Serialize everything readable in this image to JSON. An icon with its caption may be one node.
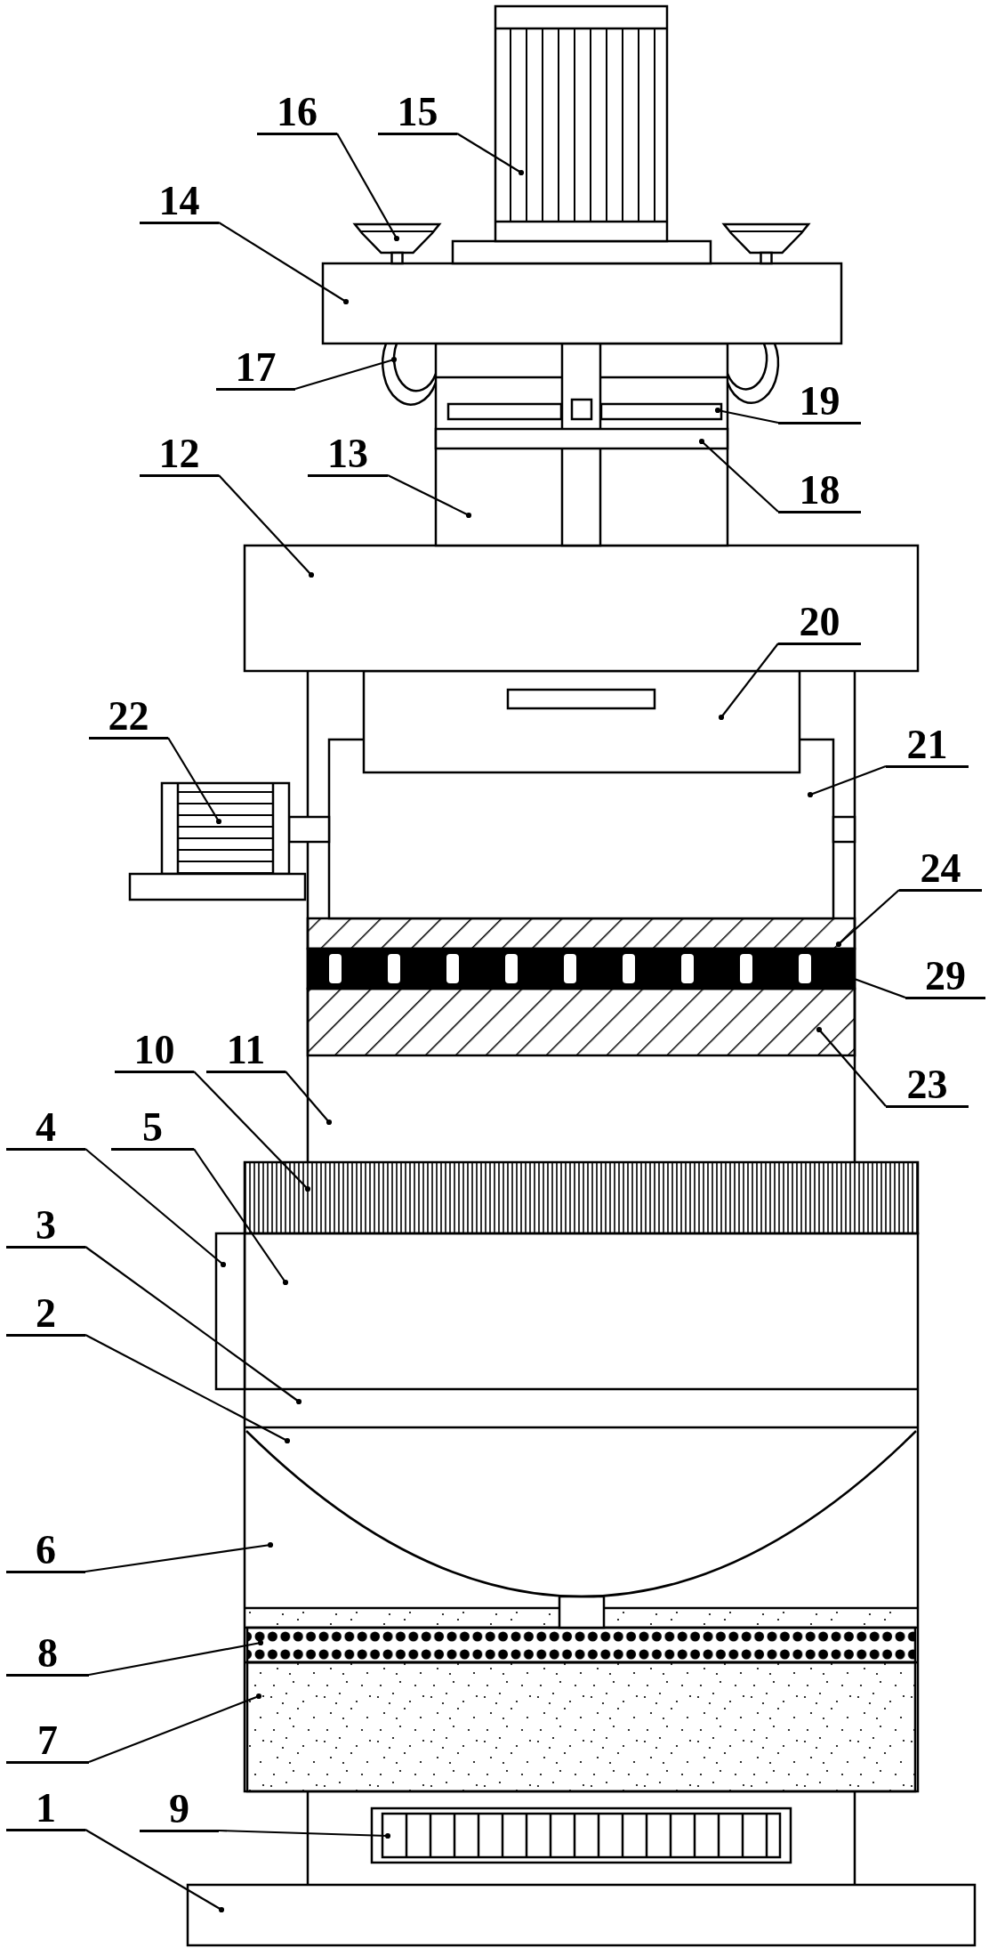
{
  "diagram": {
    "nodes": [
      {
        "text": [
          "16"
        ]
      },
      {
        "text": [
          "15"
        ]
      },
      {
        "text": [
          "14"
        ]
      },
      {
        "text": [
          "17"
        ]
      },
      {
        "text": [
          "19"
        ]
      },
      {
        "text": [
          "13"
        ]
      },
      {
        "text": [
          "12"
        ]
      },
      {
        "text": [
          "18"
        ]
      },
      {
        "text": [
          "20"
        ]
      },
      {
        "text": [
          "22"
        ]
      },
      {
        "text": [
          "21"
        ]
      },
      {
        "text": [
          "24"
        ]
      },
      {
        "text": [
          "29"
        ]
      },
      {
        "text": [
          "10"
        ]
      },
      {
        "text": [
          "11"
        ]
      },
      {
        "text": [
          "23"
        ]
      },
      {
        "text": [
          "4"
        ]
      },
      {
        "text": [
          "5"
        ]
      },
      {
        "text": [
          "3"
        ]
      },
      {
        "text": [
          "2"
        ]
      },
      {
        "text": [
          "6"
        ]
      },
      {
        "text": [
          "8"
        ]
      },
      {
        "text": [
          "7"
        ]
      },
      {
        "text": [
          "1"
        ]
      },
      {
        "text": [
          "9"
        ]
      }
    ],
    "edges": [
      {
        "from": 0,
        "to": null,
        "arrow": "other"
      },
      {
        "from": 1,
        "to": null,
        "arrow": "other"
      },
      {
        "from": 2,
        "to": null,
        "arrow": "other"
      },
      {
        "from": 3,
        "to": null,
        "arrow": "other"
      },
      {
        "from": 4,
        "to": null,
        "arrow": "other"
      },
      {
        "from": 5,
        "to": null,
        "arrow": "other"
      },
      {
        "from": 6,
        "to": null,
        "arrow": "other"
      },
      {
        "from": 7,
        "to": null,
        "arrow": "other"
      },
      {
        "from": 8,
        "to": null,
        "arrow": "other"
      },
      {
        "from": 9,
        "to": null,
        "arrow": "other"
      },
      {
        "from": 10,
        "to": null,
        "arrow": "other"
      },
      {
        "from": 11,
        "to": null,
        "arrow": "other"
      },
      {
        "from": 12,
        "to": null,
        "arrow": "other"
      },
      {
        "from": 13,
        "to": null,
        "arrow": "other"
      },
      {
        "from": 14,
        "to": null,
        "arrow": "other"
      },
      {
        "from": 15,
        "to": null,
        "arrow": "other"
      },
      {
        "from": 16,
        "to": null,
        "arrow": "other"
      },
      {
        "from": 17,
        "to": null,
        "arrow": "other"
      },
      {
        "from": 18,
        "to": null,
        "arrow": "other"
      },
      {
        "from": 19,
        "to": null,
        "arrow": "other"
      },
      {
        "from": 20,
        "to": null,
        "arrow": "other"
      },
      {
        "from": 21,
        "to": null,
        "arrow": "other"
      },
      {
        "from": 22,
        "to": null,
        "arrow": "other"
      },
      {
        "from": 23,
        "to": null,
        "arrow": "other"
      },
      {
        "from": 24,
        "to": null,
        "arrow": "other"
      }
    ]
  }
}
